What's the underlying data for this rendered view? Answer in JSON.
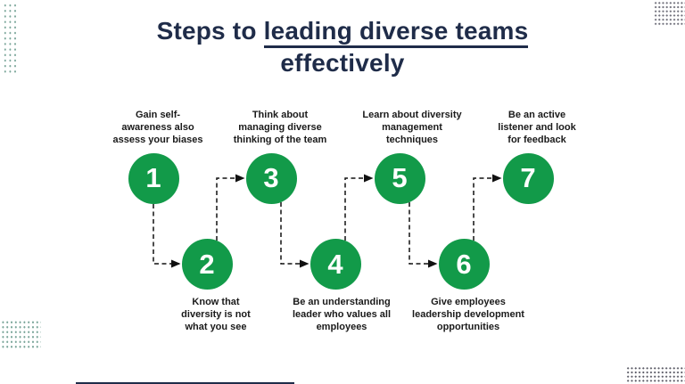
{
  "title": {
    "line1_prefix": "Steps to ",
    "line1_underlined": "leading diverse teams",
    "line2": "effectively"
  },
  "steps": [
    {
      "number": "1",
      "label": "Gain self-\nawareness also\nassess your biases"
    },
    {
      "number": "2",
      "label": "Know that\ndiversity is not\nwhat you see"
    },
    {
      "number": "3",
      "label": "Think about\nmanaging diverse\nthinking of the team"
    },
    {
      "number": "4",
      "label": "Be an understanding\nleader who values all\nemployees"
    },
    {
      "number": "5",
      "label": "Learn about diversity\nmanagement\ntechniques"
    },
    {
      "number": "6",
      "label": "Give employees\nleadership development\nopportunities"
    },
    {
      "number": "7",
      "label": "Be an active\nlistener and look\nfor feedback"
    }
  ],
  "colors": {
    "green": "#129a49",
    "navy": "#1f2c49",
    "label_ink": "#1a1a1a",
    "connector": "#111111",
    "dots_teal": "#7ba69a",
    "dots_gray": "#71717c",
    "dots_dark": "#5b5b66"
  }
}
